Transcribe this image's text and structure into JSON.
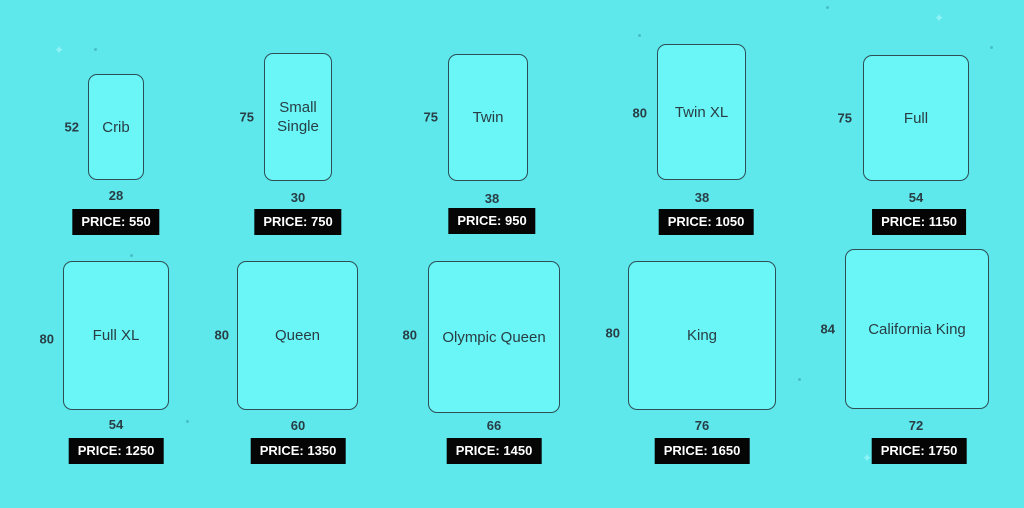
{
  "price_prefix": "PRICE: ",
  "colors": {
    "background": "#5ee8ec",
    "mattress_fill": "#6af6f6",
    "mattress_outline": "#2d4e55",
    "label_text": "#283d44",
    "price_bg": "#050505",
    "price_text": "#ffffff"
  },
  "mattresses": [
    {
      "name": "Crib",
      "width": "28",
      "length": "52",
      "price": "550"
    },
    {
      "name": "Small\nSingle",
      "width": "30",
      "length": "75",
      "price": "750"
    },
    {
      "name": "Twin",
      "width": "38",
      "length": "75",
      "price": "950"
    },
    {
      "name": "Twin XL",
      "width": "38",
      "length": "80",
      "price": "1050"
    },
    {
      "name": "Full",
      "width": "54",
      "length": "75",
      "price": "1150"
    },
    {
      "name": "Full XL",
      "width": "54",
      "length": "80",
      "price": "1250"
    },
    {
      "name": "Queen",
      "width": "60",
      "length": "80",
      "price": "1350"
    },
    {
      "name": "Olympic Queen",
      "width": "66",
      "length": "80",
      "price": "1450"
    },
    {
      "name": "King",
      "width": "76",
      "length": "80",
      "price": "1650"
    },
    {
      "name": "California King",
      "width": "72",
      "length": "84",
      "price": "1750"
    }
  ]
}
